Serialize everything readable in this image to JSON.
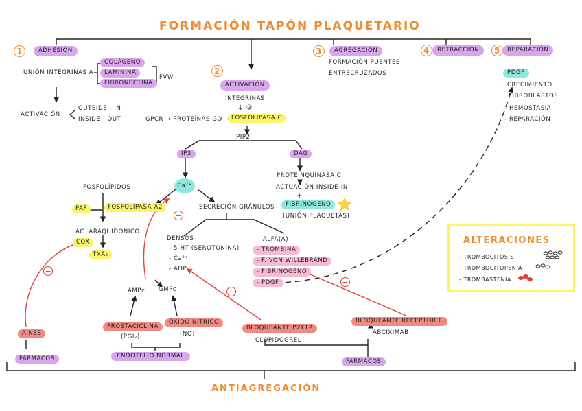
{
  "title": "FORMACIÓN TAPÓN PLAQUETARIO",
  "footer": "ANTIAGREGACIÓN",
  "steps": {
    "s1_num": "1",
    "s1_label": "ADHESIÓN",
    "s2_num": "2",
    "s2_label": "ACTIVACIÓN",
    "s3_num": "3",
    "s3_label": "AGREGACIÓN",
    "s4_num": "4",
    "s4_label": "RETRACCIÓN",
    "s5_num": "5",
    "s5_label": "REPARACIÓN"
  },
  "adhesion": {
    "union": "UNIÓN INTEGRINAS A",
    "colageno": "COLÁGENO",
    "laminina": "LAMININA",
    "fibronectina": "FIBRONECTINA",
    "vw": "FVW",
    "activacion": "ACTIVACIÓN",
    "outside": "OUTSIDE - IN",
    "inside": "INSIDE - OUT"
  },
  "agregacion": {
    "line1": "FORMACIÓN PUENTES",
    "line2": "ENTRECRUZADOS"
  },
  "reparacion": {
    "pdgf": "PDGF",
    "items": [
      "CRECIMIENTO",
      "FIBROBLASTOS",
      "- HEMOSTASIA",
      "- REPARACIÓN"
    ]
  },
  "activacion": {
    "integrinas": "INTEGRINAS",
    "flecha": "↓ ②",
    "gpcr": "GPCR → PROTEÍNAS Gq →",
    "fosfolipasa_c": "FOSFOLIPASA C",
    "pip2": "PIP2",
    "ip3": "IP3",
    "dag": "DAG",
    "ca": "Ca²⁺",
    "proteinquinasa": "PROTEÍNQUINASA C",
    "actuacion": "ACTUACIÓN INSIDE-IN",
    "plus": "+",
    "fibrinogeno": "FIBRINÓGENO",
    "union_plaquetas": "(UNIÓN PLAQUETAS)"
  },
  "lipidos": {
    "fosfolipidos": "FOSFOLÍPIDOS",
    "paf": "PAF",
    "fosfolipasa_a2": "FOSFOLIPASA A2",
    "ac_araquidonico": "ÁC. ARAQUIDÓNICO",
    "cox": "COX",
    "txa2": "TXA₂"
  },
  "secrecion": {
    "titulo": "SECRECIÓN GRÁNULOS",
    "densos": "DENSOS",
    "densos_items": [
      "- 5-HT (SEROTONINA)",
      "- Ca²⁺",
      "- ADP"
    ],
    "alfa": "ALFA(α)",
    "alfa_items": [
      "- TROMBINA",
      "- F. VON WILLEBRAND",
      "- FIBRINÓGENO",
      "- PDGF"
    ]
  },
  "segundos": {
    "ampc": "AMPc",
    "gmpc": "GMPc"
  },
  "farmacos": {
    "aines": "AINES",
    "farmacos_izq": "FÁRMACOS",
    "farmacos_der": "FÁRMACOS",
    "prostaciclina": "PROSTACICLINA",
    "pgi2": "(PGI₂)",
    "oxido": "ÓXIDO NÍTRICO",
    "no": "(NO)",
    "endotelio": "ENDOTELIO NORMAL",
    "bloqueante_p2y12": "BLOQUEANTE P2Y12",
    "clopidogrel": "CLOPIDOGREL",
    "bloqueante_f": "BLOQUEANTE RECEPTOR F.",
    "abciximab": "ABCIXIMAB",
    "minus": "−"
  },
  "alteraciones": {
    "title": "ALTERACIONES",
    "items": [
      "- TROMBOCITOSIS",
      "- TROMBOCITOPENIA",
      "- TROMBASTENIA"
    ]
  },
  "colors": {
    "orange": "#f28a2e",
    "purple": "#d9a6ee",
    "yellow": "#fbf56b",
    "teal": "#8fe8dc",
    "pink": "#f7b9d3",
    "red": "#f28a84",
    "inhibit": "#e2403a"
  }
}
